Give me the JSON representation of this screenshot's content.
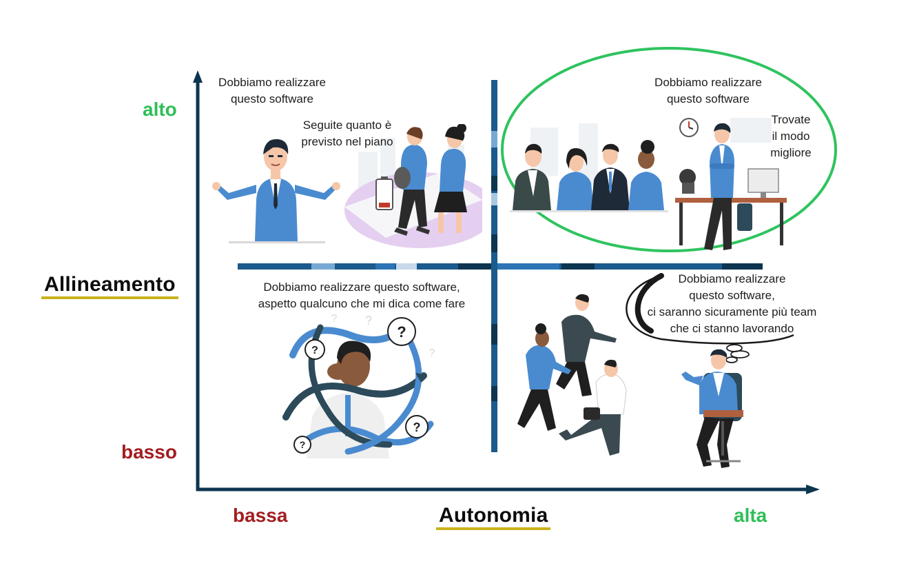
{
  "y_axis": {
    "title": "Allineamento",
    "high": "alto",
    "low": "basso"
  },
  "x_axis": {
    "title": "Autonomia",
    "low": "bassa",
    "high": "alta"
  },
  "quadrants": {
    "top_left": {
      "line1": "Dobbiamo realizzare",
      "line2": "questo software",
      "plan_line1": "Seguite quanto è",
      "plan_line2": "previsto nel piano"
    },
    "top_right": {
      "line1": "Dobbiamo realizzare",
      "line2": "questo software",
      "hint_line1": "Trovate",
      "hint_line2": "il modo",
      "hint_line3": "migliore"
    },
    "bottom_left": {
      "line1": "Dobbiamo realizzare questo software,",
      "line2": "aspetto qualcuno che mi dica come fare"
    },
    "bottom_right": {
      "line1": "Dobbiamo realizzare",
      "line2": "questo software,",
      "line3": "ci saranno sicuramente più team",
      "line4": "che ci stanno lavorando"
    }
  },
  "colors": {
    "axis": "#0d3550",
    "divider": "#1b5a8c",
    "highlight_ellipse": "#2fc35f",
    "low_label": "#a11d21",
    "high_label": "#2fbe57",
    "title_underline": "#c9b21d",
    "suit_blue": "#4a8bd0"
  }
}
